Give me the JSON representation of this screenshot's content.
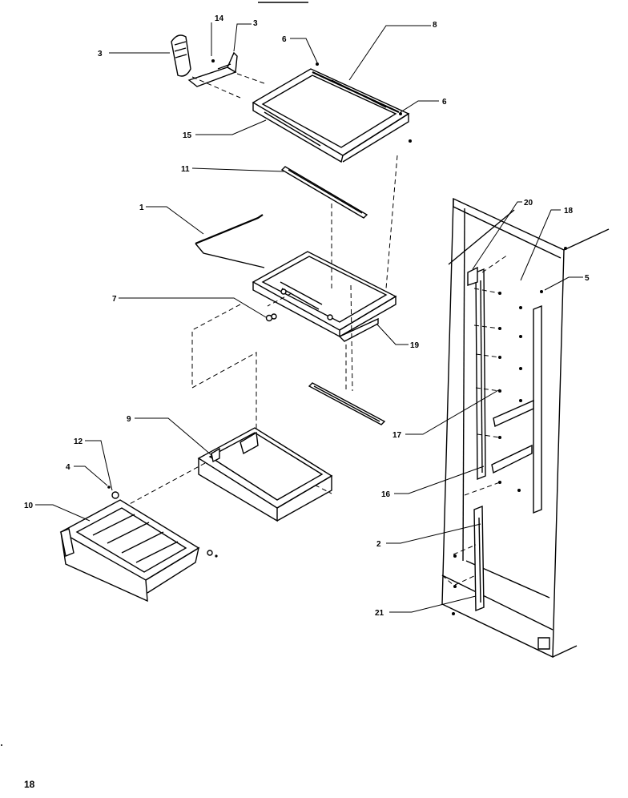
{
  "page_number": "18",
  "callouts": {
    "c3a": "3",
    "c14": "14",
    "c3b": "3",
    "c6a": "6",
    "c8": "8",
    "c6b": "6",
    "c15": "15",
    "c11": "11",
    "c1": "1",
    "c7": "7",
    "c19": "19",
    "c9": "9",
    "c12": "12",
    "c4": "4",
    "c10": "10",
    "c20": "20",
    "c18": "18",
    "c5": "5",
    "c17": "17",
    "c16": "16",
    "c2": "2",
    "c21": "21"
  }
}
